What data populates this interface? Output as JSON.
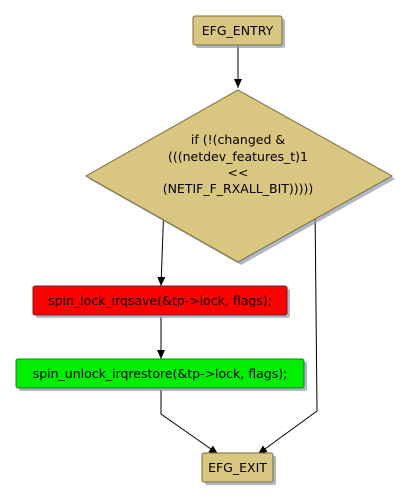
{
  "colors": {
    "terminal_fill": "#d9c781",
    "decision_fill": "#d9c781",
    "lock_fill": "#ff0000",
    "unlock_fill": "#00ee00",
    "edge": "#000000",
    "shadow": "#8a9bb0"
  },
  "nodes": {
    "entry": {
      "label": "EFG_ENTRY"
    },
    "decision": {
      "lines": [
        "if (!(changed &",
        "(((netdev_features_t)1",
        "<<",
        "(NETIF_F_RXALL_BIT)))))"
      ]
    },
    "lock": {
      "label": "spin_lock_irqsave(&tp->lock, flags);"
    },
    "unlock": {
      "label": "spin_unlock_irqrestore(&tp->lock, flags);"
    },
    "exit": {
      "label": "EFG_EXIT"
    }
  }
}
